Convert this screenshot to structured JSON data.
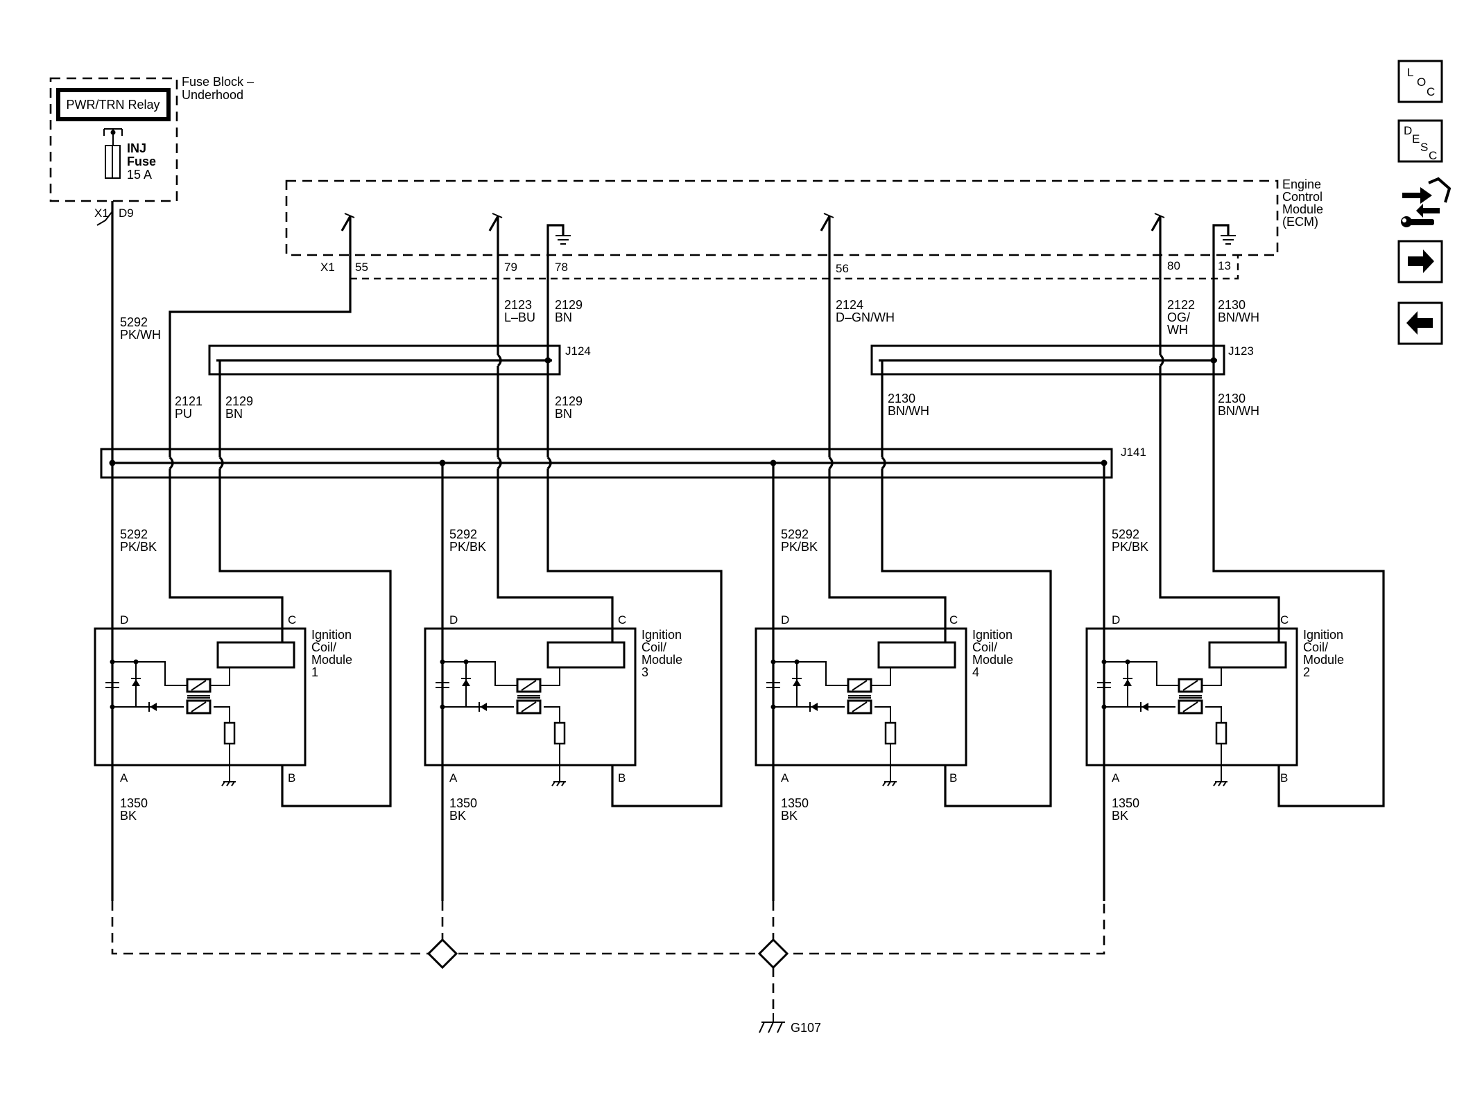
{
  "fuse_block": {
    "title_line1": "Fuse Block –",
    "title_line2": "Underhood",
    "relay_label": "PWR/TRN Relay",
    "fuse_line1": "INJ",
    "fuse_line2": "Fuse",
    "fuse_line3": "15 A",
    "connector": "X1",
    "pin": "D9"
  },
  "ecm": {
    "title_line1": "Engine",
    "title_line2": "Control",
    "title_line3": "Module",
    "title_line4": "(ECM)",
    "connector": "X1",
    "pins": [
      "55",
      "79",
      "78",
      "56",
      "80",
      "13"
    ]
  },
  "circuits": {
    "c5292_pkwh": [
      "5292",
      "PK/WH"
    ],
    "c2123": [
      "2123",
      "L–BU"
    ],
    "c2129_top": [
      "2129",
      "BN"
    ],
    "c2124": [
      "2124",
      "D–GN/WH"
    ],
    "c2122": [
      "2122",
      "OG/",
      "WH"
    ],
    "c2130_top": [
      "2130",
      "BN/WH"
    ],
    "c2121": [
      "2121",
      "PU"
    ],
    "c2129_left": [
      "2129",
      "BN"
    ],
    "c2129_right": [
      "2129",
      "BN"
    ],
    "c2130_left": [
      "2130",
      "BN/WH"
    ],
    "c2130_right": [
      "2130",
      "BN/WH"
    ],
    "c5292_pkbk": [
      "5292",
      "PK/BK"
    ],
    "c1350": [
      "1350",
      "BK"
    ]
  },
  "splices": {
    "j124": "J124",
    "j123": "J123",
    "j141": "J141"
  },
  "coils": [
    {
      "line1": "Ignition",
      "line2": "Coil/",
      "line3": "Module",
      "line4": "1"
    },
    {
      "line1": "Ignition",
      "line2": "Coil/",
      "line3": "Module",
      "line4": "3"
    },
    {
      "line1": "Ignition",
      "line2": "Coil/",
      "line3": "Module",
      "line4": "4"
    },
    {
      "line1": "Ignition",
      "line2": "Coil/",
      "line3": "Module",
      "line4": "2"
    }
  ],
  "coil_pins": {
    "d": "D",
    "c": "C",
    "a": "A",
    "b": "B"
  },
  "ground": {
    "label": "G107"
  },
  "nav": {
    "loc": [
      "L",
      "O",
      "C"
    ],
    "desc": [
      "D",
      "E",
      "S",
      "C"
    ],
    "icons": [
      "connector-wrench-icon",
      "arrow-right-icon",
      "arrow-left-icon"
    ]
  }
}
